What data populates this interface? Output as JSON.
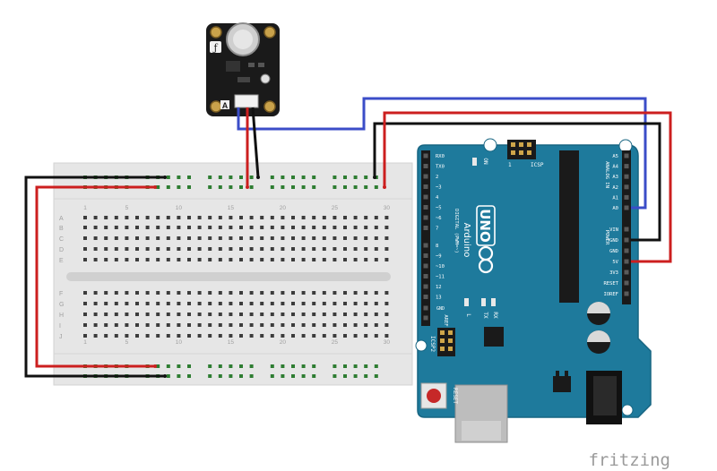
{
  "colors": {
    "board_blue": "#1e7a9c",
    "board_dark_blue": "#176582",
    "breadboard": "#e6e6e6",
    "hole": "#3c3c3c",
    "rail_hole": "#2e7d32",
    "wire_red": "#cc1f1f",
    "wire_black": "#111111",
    "wire_blue": "#3b4dc8",
    "sensor_pcb": "#1a1a1a",
    "fritzing_gray": "#9a9a9a"
  },
  "breadboard": {
    "rows_top": [
      "A",
      "B",
      "C",
      "D",
      "E"
    ],
    "rows_bottom": [
      "F",
      "G",
      "H",
      "I",
      "J"
    ],
    "column_marks": [
      "1",
      "5",
      "10",
      "15",
      "20",
      "25",
      "30"
    ]
  },
  "sensor": {
    "logo_letter": "ƒ",
    "label": "A"
  },
  "arduino": {
    "model": "UNO",
    "brand": "Arduino",
    "icsp_top": "ICSP",
    "icsp_side": "ICSP2",
    "on_label": "ON",
    "l_label": "L",
    "tx_label": "TX",
    "rx_label": "RX",
    "reset_label": "RESET",
    "aref_label": "AREF",
    "gnd_label": "GND",
    "digital_label": "DIGITAL (PWM=~)",
    "analog_label": "ANALOG IN",
    "power_label": "POWER",
    "digital_pins": [
      "RX0",
      "TX0",
      "2",
      "~3",
      "4",
      "~5",
      "~6",
      "7",
      "8",
      "~9",
      "~10",
      "~11",
      "12",
      "13"
    ],
    "analog_pins": [
      "A5",
      "A4",
      "A3",
      "A2",
      "A1",
      "A0"
    ],
    "power_pins": [
      "VIN",
      "GND",
      "GND",
      "5V",
      "3V3",
      "RESET",
      "IOREF"
    ]
  },
  "watermark": "fritzing"
}
